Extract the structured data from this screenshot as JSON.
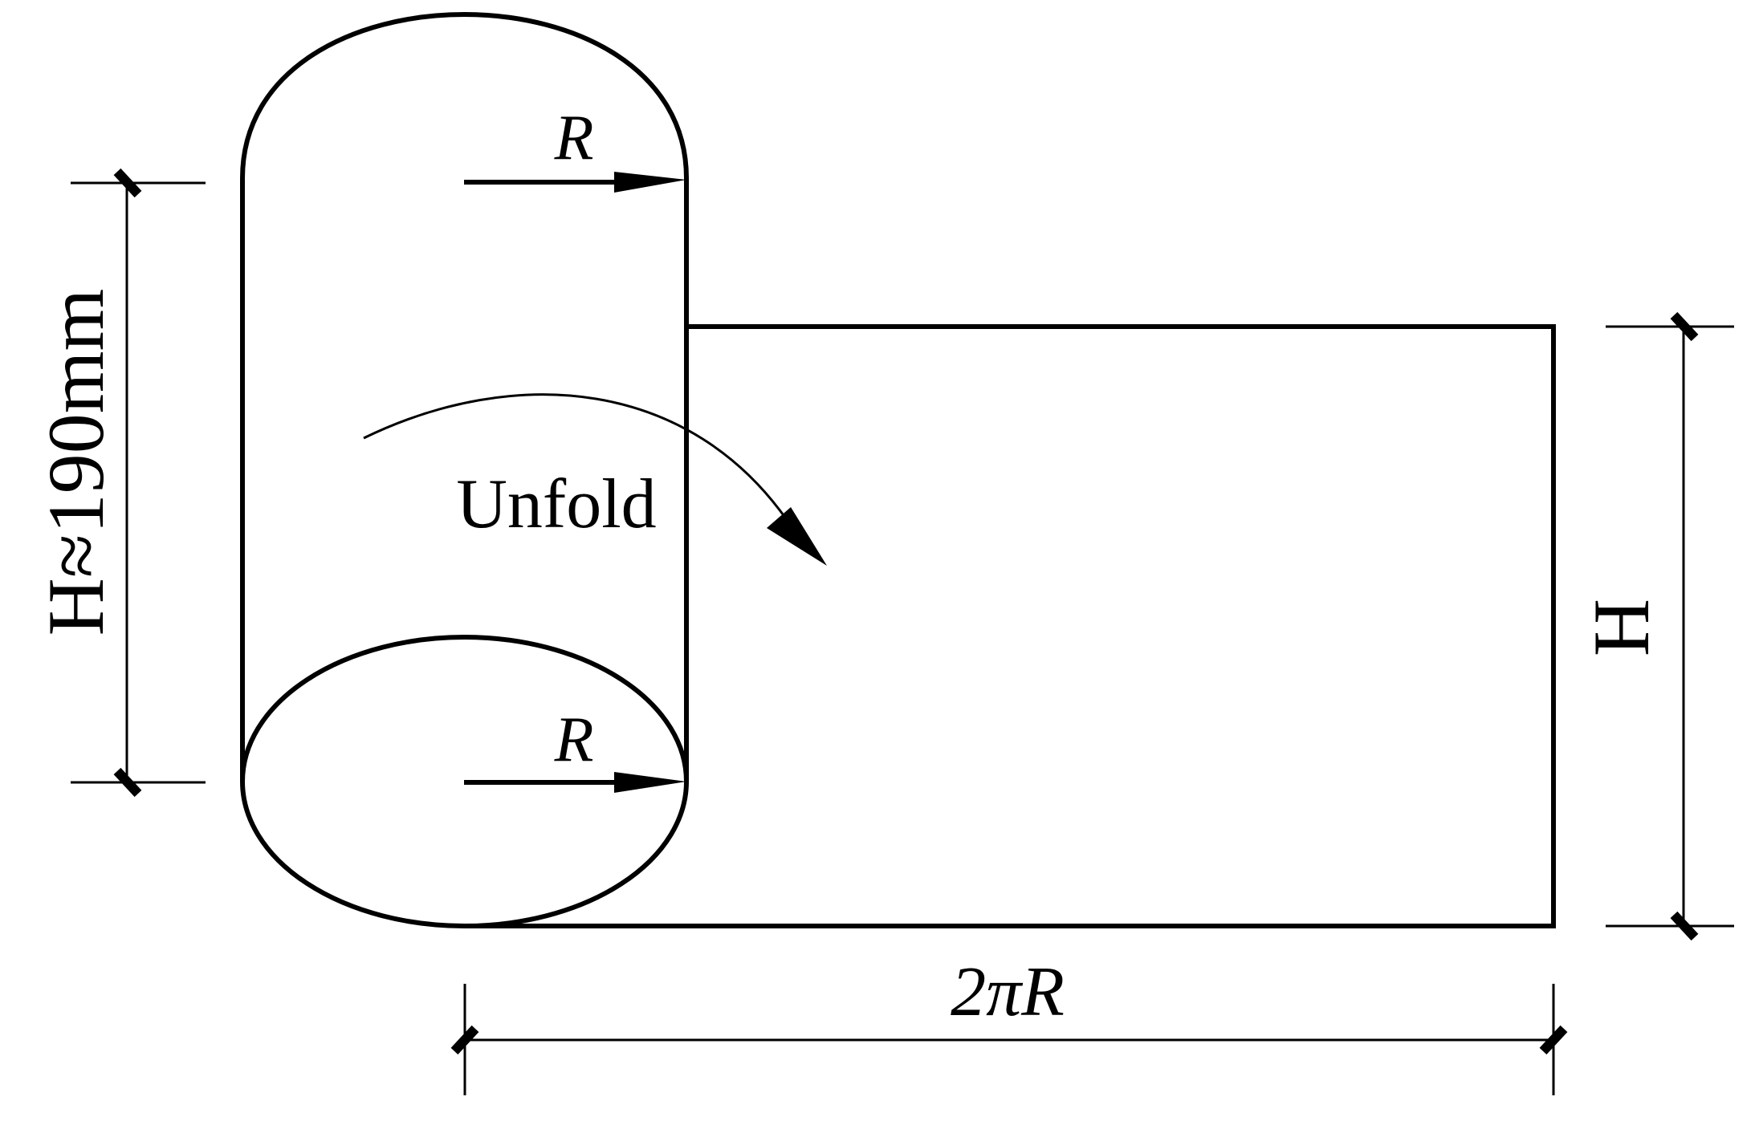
{
  "labels": {
    "radius_top": "R",
    "radius_bottom": "R",
    "unfold": "Unfold",
    "height_left": "H≈190mm",
    "height_right": "H",
    "circumference": "2πR"
  }
}
